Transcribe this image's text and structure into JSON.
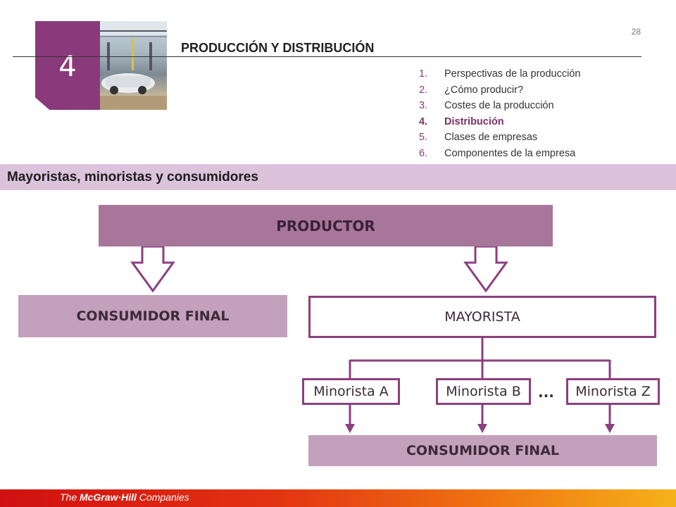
{
  "page_number": "28",
  "header": {
    "chapter_number": "4",
    "title": "PRODUCCIÓN Y DISTRIBUCIÓN"
  },
  "toc": [
    {
      "num": "1.",
      "label": "Perspectivas de la producción",
      "active": false
    },
    {
      "num": "2.",
      "label": "¿Cómo producir?",
      "active": false
    },
    {
      "num": "3.",
      "label": "Costes de la producción",
      "active": false
    },
    {
      "num": "4.",
      "label": "Distribución",
      "active": true
    },
    {
      "num": "5.",
      "label": "Clases de empresas",
      "active": false
    },
    {
      "num": "6.",
      "label": "Componentes de la empresa",
      "active": false
    }
  ],
  "subtitle": "Mayoristas, minoristas y consumidores",
  "diagram": {
    "productor": "PRODUCTOR",
    "consumidor_final_left": "CONSUMIDOR FINAL",
    "mayorista": "MAYORISTA",
    "minorista_a": "Minorista A",
    "minorista_b": "Minorista B",
    "ellipsis": "...",
    "minorista_z": "Minorista Z",
    "consumidor_final_right": "CONSUMIDOR FINAL"
  },
  "footer": {
    "prefix": "The ",
    "brand": "McGraw·Hill",
    "suffix": " Companies"
  },
  "colors": {
    "accent": "#8a3a7a",
    "productor": "#a8769b",
    "consumidor": "#c3a0bb",
    "band": "#dcc3dc"
  }
}
